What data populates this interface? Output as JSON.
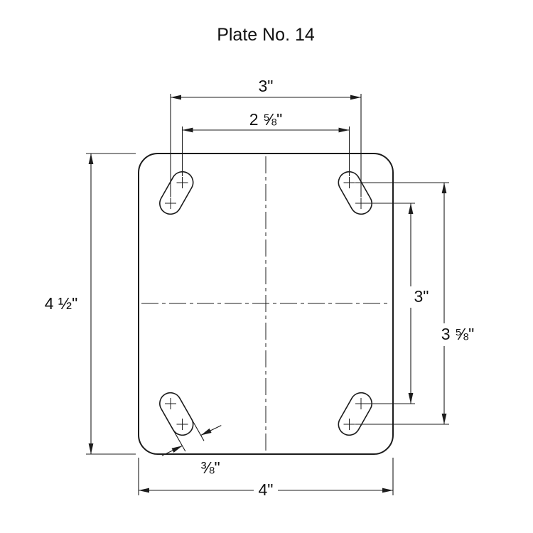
{
  "title": "Plate No. 14",
  "colors": {
    "line": "#1c1c1c",
    "background": "#ffffff"
  },
  "dimensions": {
    "top_outer": "3\"",
    "top_inner": "2 ⅝\"",
    "left": "4 ½\"",
    "right_inner": "3\"",
    "right_outer": "3 ⅝\"",
    "bottom": "4\"",
    "slot_width": "⅜\""
  }
}
